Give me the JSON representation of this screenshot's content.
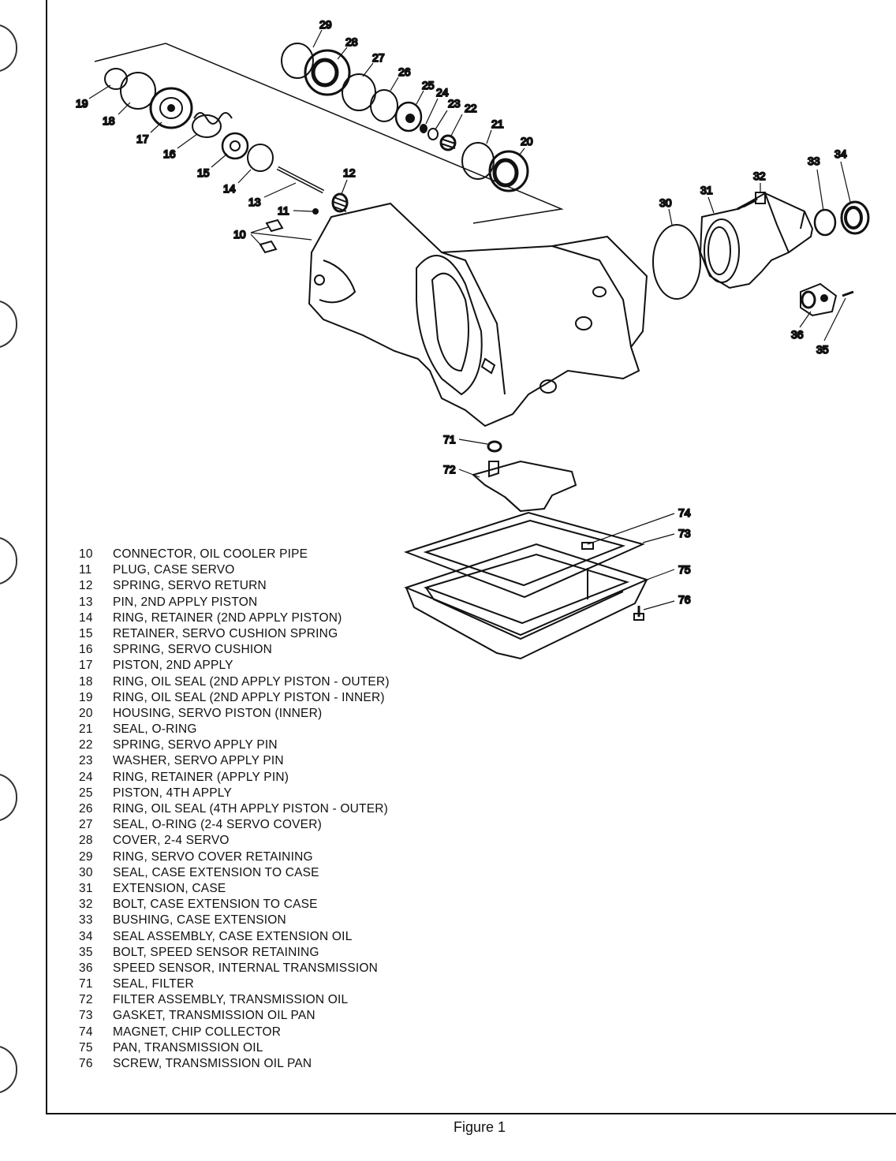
{
  "figure": {
    "caption": "Figure 1"
  },
  "callouts": [
    "10",
    "11",
    "12",
    "13",
    "14",
    "15",
    "16",
    "17",
    "18",
    "19",
    "20",
    "21",
    "22",
    "23",
    "24",
    "25",
    "26",
    "27",
    "28",
    "29",
    "30",
    "31",
    "32",
    "33",
    "34",
    "35",
    "36",
    "71",
    "72",
    "73",
    "74",
    "75",
    "76"
  ],
  "legend": [
    {
      "num": "10",
      "desc": "CONNECTOR, OIL COOLER PIPE"
    },
    {
      "num": "11",
      "desc": "PLUG, CASE SERVO"
    },
    {
      "num": "12",
      "desc": "SPRING, SERVO RETURN"
    },
    {
      "num": "13",
      "desc": "PIN, 2ND APPLY PISTON"
    },
    {
      "num": "14",
      "desc": "RING, RETAINER (2ND APPLY PISTON)"
    },
    {
      "num": "15",
      "desc": "RETAINER, SERVO CUSHION SPRING"
    },
    {
      "num": "16",
      "desc": "SPRING, SERVO CUSHION"
    },
    {
      "num": "17",
      "desc": "PISTON, 2ND APPLY"
    },
    {
      "num": "18",
      "desc": "RING, OIL SEAL (2ND APPLY PISTON - OUTER)"
    },
    {
      "num": "19",
      "desc": "RING, OIL SEAL (2ND APPLY PISTON - INNER)"
    },
    {
      "num": "20",
      "desc": "HOUSING, SERVO PISTON (INNER)"
    },
    {
      "num": "21",
      "desc": "SEAL, O-RING"
    },
    {
      "num": "22",
      "desc": "SPRING, SERVO APPLY PIN"
    },
    {
      "num": "23",
      "desc": "WASHER, SERVO APPLY PIN"
    },
    {
      "num": "24",
      "desc": "RING, RETAINER (APPLY PIN)"
    },
    {
      "num": "25",
      "desc": "PISTON, 4TH APPLY"
    },
    {
      "num": "26",
      "desc": "RING, OIL SEAL (4TH APPLY PISTON - OUTER)"
    },
    {
      "num": "27",
      "desc": "SEAL, O-RING (2-4 SERVO COVER)"
    },
    {
      "num": "28",
      "desc": "COVER, 2-4 SERVO"
    },
    {
      "num": "29",
      "desc": "RING, SERVO COVER RETAINING"
    },
    {
      "num": "30",
      "desc": "SEAL, CASE EXTENSION TO CASE"
    },
    {
      "num": "31",
      "desc": "EXTENSION, CASE"
    },
    {
      "num": "32",
      "desc": "BOLT, CASE EXTENSION TO CASE"
    },
    {
      "num": "33",
      "desc": "BUSHING, CASE EXTENSION"
    },
    {
      "num": "34",
      "desc": "SEAL ASSEMBLY, CASE EXTENSION OIL"
    },
    {
      "num": "35",
      "desc": "BOLT, SPEED SENSOR RETAINING"
    },
    {
      "num": "36",
      "desc": "SPEED SENSOR, INTERNAL TRANSMISSION"
    },
    {
      "num": "71",
      "desc": "SEAL, FILTER"
    },
    {
      "num": "72",
      "desc": "FILTER ASSEMBLY, TRANSMISSION OIL"
    },
    {
      "num": "73",
      "desc": "GASKET, TRANSMISSION OIL PAN"
    },
    {
      "num": "74",
      "desc": "MAGNET, CHIP COLLECTOR"
    },
    {
      "num": "75",
      "desc": "PAN, TRANSMISSION OIL"
    },
    {
      "num": "76",
      "desc": "SCREW, TRANSMISSION OIL PAN"
    }
  ]
}
